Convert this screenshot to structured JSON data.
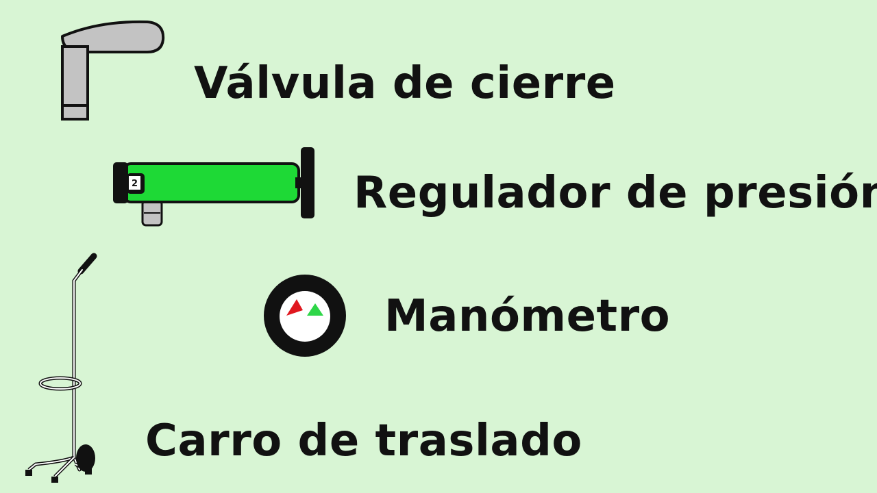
{
  "labels": {
    "valve": "Válvula de cierre",
    "regulator": "Regulador de presión",
    "gauge": "Manómetro",
    "cart": "Carro de traslado"
  },
  "regulator_badge": "2",
  "icons": {
    "valve": "shutoff-valve-icon",
    "regulator": "pressure-regulator-icon",
    "gauge": "pressure-gauge-icon",
    "cart": "transport-cart-icon"
  },
  "colors": {
    "background": "#d8f5d4",
    "text": "#111111",
    "valve_gray": "#c3c3c3",
    "regulator_green": "#1ed936",
    "gauge_red": "#e0171f",
    "gauge_green": "#2ed648"
  }
}
